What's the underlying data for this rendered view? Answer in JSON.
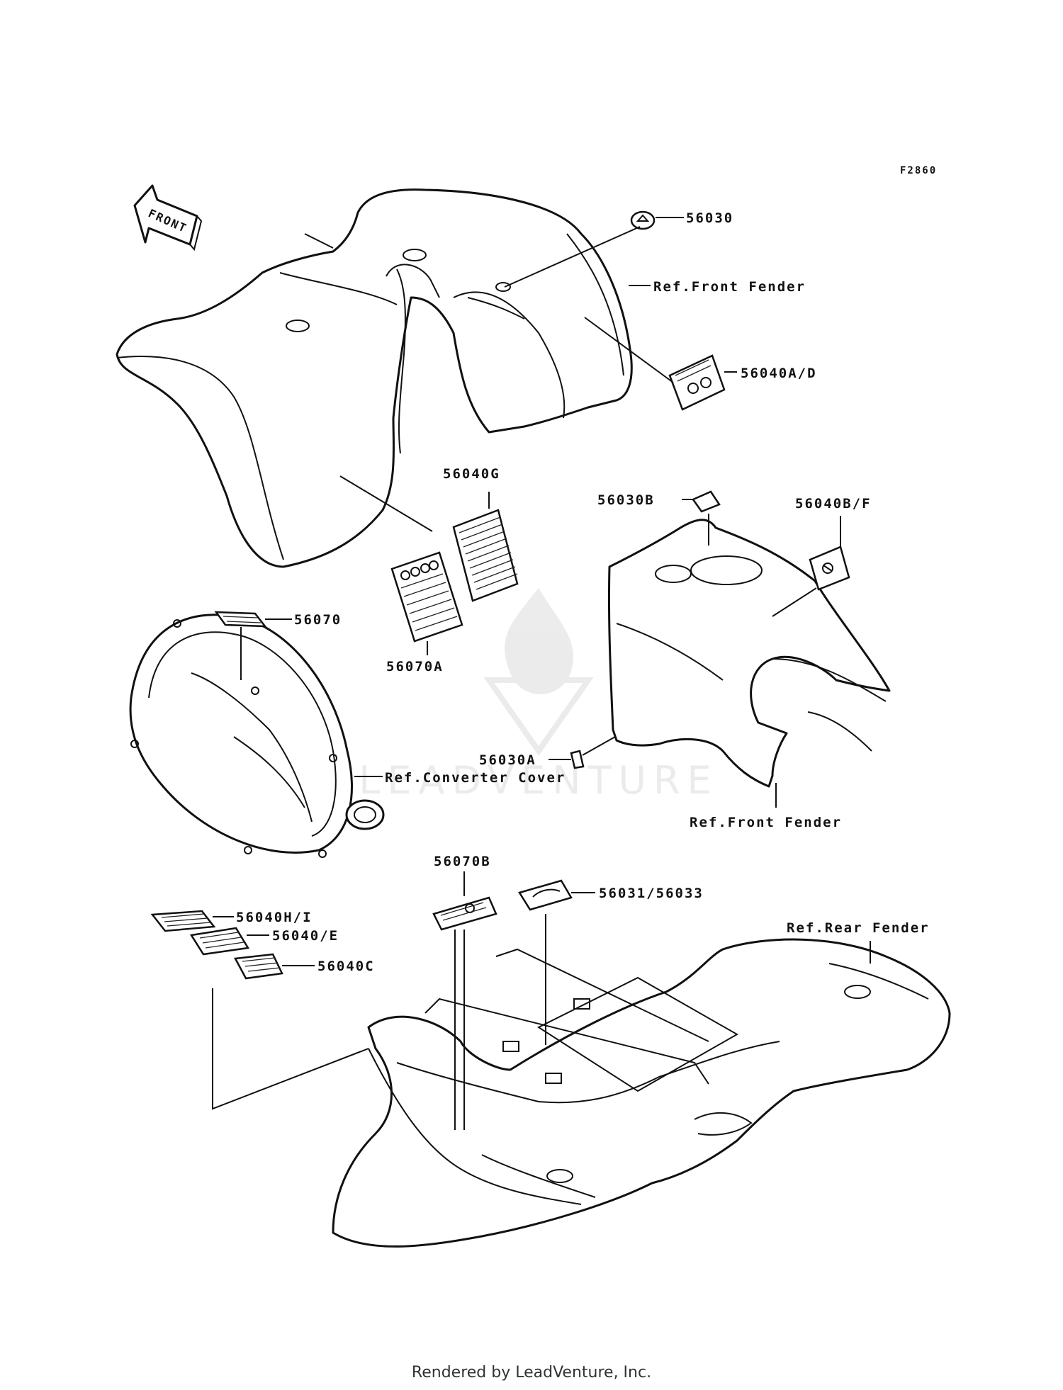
{
  "diagram_id": "F2860",
  "front_label": "FRONT",
  "watermark": "LEADVENTURE",
  "callouts": {
    "p56030": "56030",
    "ref_front_fender_top": "Ref.Front Fender",
    "p56040AD": "56040A/D",
    "p56040G": "56040G",
    "p56030B": "56030B",
    "p56040BF": "56040B/F",
    "p56070": "56070",
    "p56070A": "56070A",
    "p56030A": "56030A",
    "ref_converter_cover": "Ref.Converter Cover",
    "ref_front_fender_mid": "Ref.Front Fender",
    "p56070B": "56070B",
    "p56031_56033": "56031/56033",
    "ref_rear_fender": "Ref.Rear Fender",
    "p56040HI": "56040H/I",
    "p56040E": "56040/E",
    "p56040C": "56040C"
  },
  "footer": "Rendered by LeadVenture, Inc."
}
